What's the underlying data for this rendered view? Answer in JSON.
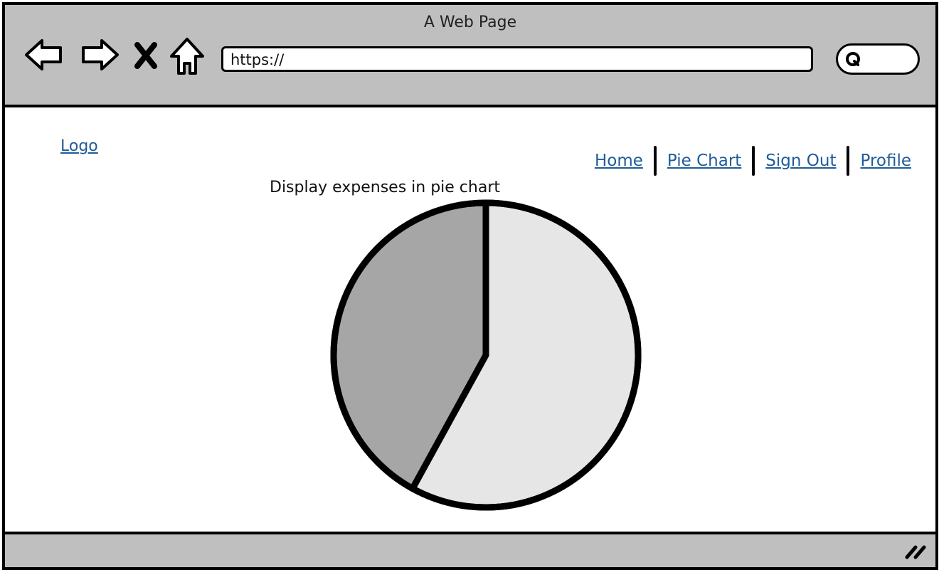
{
  "window": {
    "title": "A Web Page"
  },
  "browser": {
    "url": "https://",
    "icons": [
      "back-arrow-icon",
      "forward-arrow-icon",
      "close-icon",
      "home-icon",
      "search-icon",
      "resize-grip-icon"
    ]
  },
  "header": {
    "logo_label": "Logo",
    "nav": [
      {
        "label": "Home"
      },
      {
        "label": "Pie Chart"
      },
      {
        "label": "Sign Out"
      },
      {
        "label": "Profile"
      }
    ]
  },
  "chart_data": {
    "type": "pie",
    "title": "Display expenses in pie chart",
    "slices": [
      {
        "value": 58,
        "color": "#e6e6e6"
      },
      {
        "value": 42,
        "color": "#a6a6a6"
      }
    ],
    "start_angle_deg": 0,
    "direction": "clockwise",
    "legend": "none"
  },
  "colors": {
    "chrome": "#bfbfbf",
    "link": "#1f5c99",
    "outline": "#000000"
  }
}
